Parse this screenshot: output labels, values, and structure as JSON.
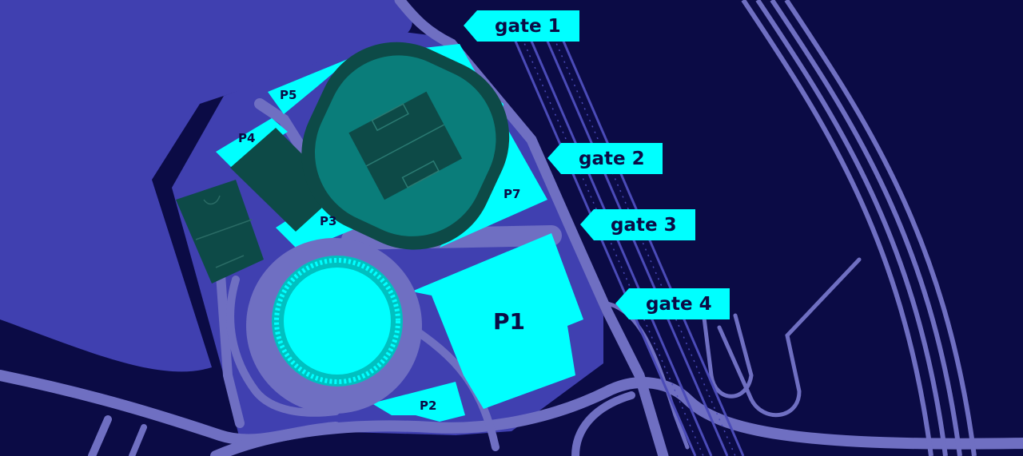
{
  "colors": {
    "background": "#0b0b45",
    "land": "#4040b0",
    "road": "#6f6fc2",
    "parking": "#00ffff",
    "field_dark": "#0d4a47",
    "stadium_teal": "#0a7d7a",
    "gate_label_bg": "#00ffff",
    "rail": "#4b4bb8"
  },
  "gates": [
    {
      "label": "gate 1"
    },
    {
      "label": "gate 2"
    },
    {
      "label": "gate 3"
    },
    {
      "label": "gate 4"
    }
  ],
  "parking": [
    {
      "label": "P1"
    },
    {
      "label": "P2"
    },
    {
      "label": "P3"
    },
    {
      "label": "P4"
    },
    {
      "label": "P5"
    },
    {
      "label": "P7"
    }
  ]
}
